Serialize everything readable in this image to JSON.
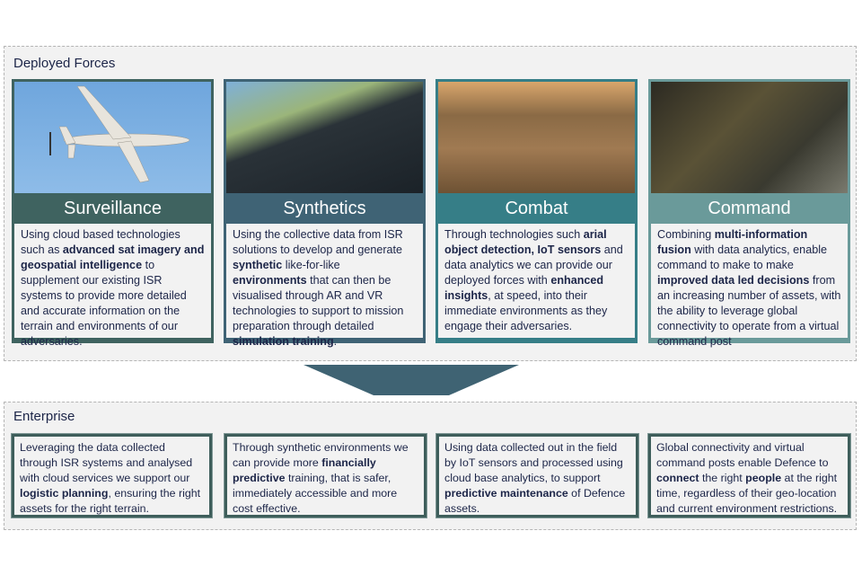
{
  "deployed": {
    "title": "Deployed Forces",
    "cards": [
      {
        "title": "Surveillance",
        "color": "#3f6360",
        "image": "drone-image",
        "text": [
          {
            "t": "Using cloud based technologies such as "
          },
          {
            "t": "advanced sat imagery and geospatial intelligence",
            "b": true
          },
          {
            "t": " to supplement our existing ISR systems to provide more detailed and accurate information on the terrain and environments of our adversaries."
          }
        ]
      },
      {
        "title": "Synthetics",
        "color": "#3f6375",
        "image": "simulator-image",
        "text": [
          {
            "t": "Using the collective data from ISR solutions to develop and generate "
          },
          {
            "t": "synthetic",
            "b": true
          },
          {
            "t": " like-for-like "
          },
          {
            "t": "environments",
            "b": true
          },
          {
            "t": " that can then be visualised through AR and VR technologies to support to mission preparation through detailed "
          },
          {
            "t": "simulation training",
            "b": true
          },
          {
            "t": "."
          }
        ]
      },
      {
        "title": "Combat",
        "color": "#367e87",
        "image": "soldier-desert-image",
        "text": [
          {
            "t": "Through technologies such "
          },
          {
            "t": "arial object detection, IoT sensors",
            "b": true
          },
          {
            "t": " and data analytics we can provide our deployed forces with "
          },
          {
            "t": "enhanced insights",
            "b": true
          },
          {
            "t": ", at speed, into their immediate environments as they engage their adversaries."
          }
        ]
      },
      {
        "title": "Command",
        "color": "#6a9a9a",
        "image": "command-post-image",
        "text": [
          {
            "t": "Combining "
          },
          {
            "t": "multi-information fusion",
            "b": true
          },
          {
            "t": " with data analytics, enable command to make to make "
          },
          {
            "t": "improved data led decisions",
            "b": true
          },
          {
            "t": " from an increasing number of assets, with the ability to leverage global connectivity to operate from a virtual command post"
          }
        ]
      }
    ]
  },
  "enterprise": {
    "title": "Enterprise",
    "cards": [
      {
        "text": [
          {
            "t": "Leveraging the data collected through ISR systems and analysed with cloud services we support our "
          },
          {
            "t": "logistic planning",
            "b": true
          },
          {
            "t": ", ensuring the right assets for the right terrain."
          }
        ]
      },
      {
        "text": [
          {
            "t": "Through synthetic environments we can provide more "
          },
          {
            "t": "financially predictive",
            "b": true
          },
          {
            "t": " training, that is safer, immediately accessible and more cost effective."
          }
        ]
      },
      {
        "text": [
          {
            "t": "Using data collected out in the field by IoT sensors and processed using cloud base analytics, to support "
          },
          {
            "t": "predictive maintenance",
            "b": true
          },
          {
            "t": " of Defence assets."
          }
        ]
      },
      {
        "text": [
          {
            "t": "Global connectivity and virtual command posts enable Defence to "
          },
          {
            "t": "connect",
            "b": true
          },
          {
            "t": " the right "
          },
          {
            "t": "people",
            "b": true
          },
          {
            "t": " at the right time, regardless of their geo-location and current environment restrictions."
          }
        ]
      }
    ]
  },
  "colors": {
    "arrow": "#3f6373",
    "border": "#3e5e5b",
    "text": "#1c2548"
  }
}
